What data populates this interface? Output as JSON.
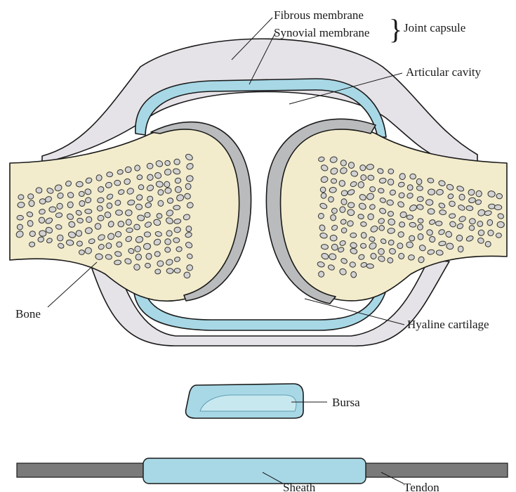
{
  "labels": {
    "fibrous_membrane": "Fibrous membrane",
    "synovial_membrane": "Synovial membrane",
    "joint_capsule": "Joint capsule",
    "articular_cavity": "Articular cavity",
    "bone": "Bone",
    "hyaline_cartilage": "Hyaline cartilage",
    "bursa": "Bursa",
    "sheath": "Sheath",
    "tendon": "Tendon"
  },
  "colors": {
    "capsule": "#e6e3e8",
    "synovial": "#a8d8e6",
    "bone": "#f2eccc",
    "cartilage": "#b9bbbd",
    "spongy": "#d2d2d2",
    "tendon": "#7a7a7a"
  }
}
